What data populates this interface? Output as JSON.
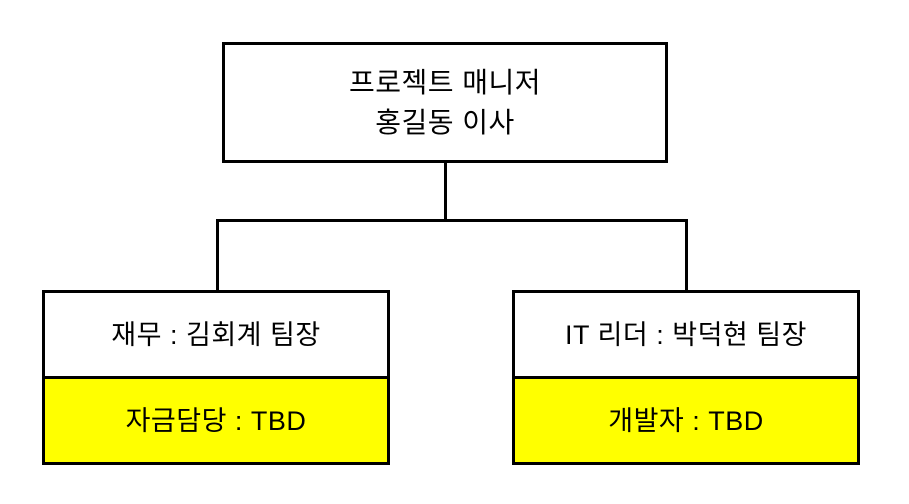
{
  "diagram": {
    "title": "organization-chart",
    "colors": {
      "border": "#000000",
      "background": "#ffffff",
      "highlight": "#ffff00",
      "text": "#000000"
    },
    "root": {
      "line1": "프로젝트 매니저",
      "line2": "홍길동 이사"
    },
    "children": [
      {
        "head": "재무 : 김회계 팀장",
        "tbd": "자금담당 : TBD"
      },
      {
        "head": "IT 리더 : 박덕현 팀장",
        "tbd": "개발자 : TBD"
      }
    ]
  }
}
